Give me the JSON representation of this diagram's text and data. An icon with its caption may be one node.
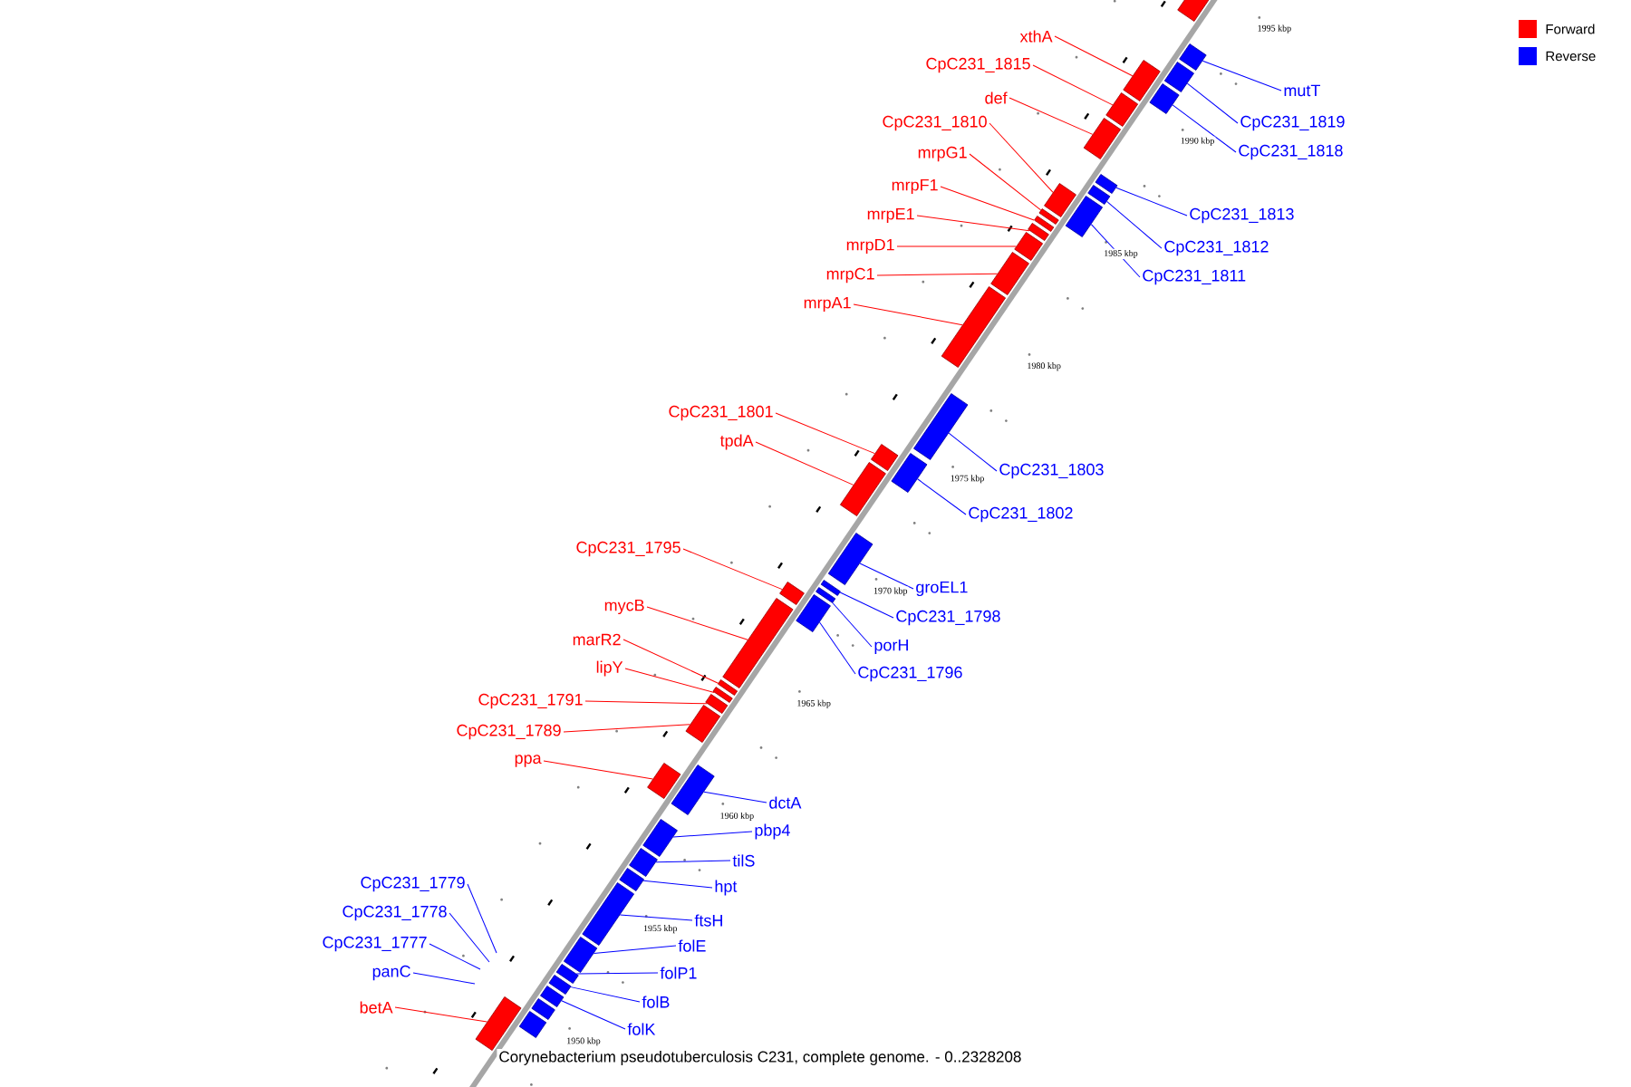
{
  "diagram": {
    "caption": "Corynebacterium pseudotuberculosis C231, complete genome. - 0..2328208",
    "nodes": [
      {
        "text": [],
        "shape": "box"
      },
      {
        "text": [
          "xthA"
        ]
      },
      {
        "text": [],
        "shape": "box"
      },
      {
        "text": [
          "CpC231_1815"
        ]
      },
      {
        "text": [],
        "shape": "box"
      },
      {
        "text": [
          "def"
        ]
      },
      {
        "text": [],
        "shape": "box"
      },
      {
        "text": [
          "mutT"
        ]
      },
      {
        "text": [],
        "shape": "box"
      },
      {
        "text": [
          "CpC231_1819"
        ]
      },
      {
        "text": [],
        "shape": "box"
      },
      {
        "text": [
          "CpC231_1810"
        ]
      },
      {
        "text": [],
        "shape": "box"
      },
      {
        "text": [
          "CpC231_1818"
        ]
      },
      {
        "text": [],
        "shape": "box"
      },
      {
        "text": [
          "mrpG1"
        ]
      },
      {
        "text": [],
        "shape": "box"
      },
      {
        "text": [
          "mrpF1"
        ]
      },
      {
        "text": [],
        "shape": "box"
      },
      {
        "text": [
          "CpC231_1813"
        ]
      },
      {
        "text": [],
        "shape": "box"
      },
      {
        "text": [
          "mrpE1"
        ]
      },
      {
        "text": [],
        "shape": "box"
      },
      {
        "text": [
          "mrpD1"
        ]
      },
      {
        "text": [],
        "shape": "box"
      },
      {
        "text": [
          "CpC231_1812"
        ]
      },
      {
        "text": [],
        "shape": "box"
      },
      {
        "text": [
          "mrpC1"
        ]
      },
      {
        "text": [],
        "shape": "box"
      },
      {
        "text": [
          "CpC231_1811"
        ]
      },
      {
        "text": [],
        "shape": "box"
      },
      {
        "text": [
          "mrpA1"
        ]
      },
      {
        "text": [],
        "shape": "box"
      },
      {
        "text": [
          "CpC231_1801"
        ]
      },
      {
        "text": [],
        "shape": "box"
      },
      {
        "text": [
          "tpdA"
        ]
      },
      {
        "text": [],
        "shape": "box"
      },
      {
        "text": [
          "CpC231_1803"
        ]
      },
      {
        "text": [],
        "shape": "box"
      },
      {
        "text": [
          "CpC231_1802"
        ]
      },
      {
        "text": [],
        "shape": "box"
      },
      {
        "text": [
          "CpC231_1795"
        ]
      },
      {
        "text": [],
        "shape": "box"
      },
      {
        "text": [
          "groEL1"
        ]
      },
      {
        "text": [],
        "shape": "box"
      },
      {
        "text": [
          "mycB"
        ]
      },
      {
        "text": [],
        "shape": "box"
      },
      {
        "text": [
          "CpC231_1798"
        ]
      },
      {
        "text": [],
        "shape": "box"
      },
      {
        "text": [
          "marR2"
        ]
      },
      {
        "text": [],
        "shape": "box"
      },
      {
        "text": [
          "porH"
        ]
      },
      {
        "text": [],
        "shape": "box"
      },
      {
        "text": [
          "lipY"
        ]
      },
      {
        "text": [],
        "shape": "box"
      },
      {
        "text": [
          "CpC231_1796"
        ]
      },
      {
        "text": [],
        "shape": "box"
      },
      {
        "text": [
          "CpC231_1791"
        ]
      },
      {
        "text": [],
        "shape": "box"
      },
      {
        "text": [
          "CpC231_1789"
        ]
      },
      {
        "text": [],
        "shape": "box"
      },
      {
        "text": [
          "ppa"
        ]
      },
      {
        "text": [],
        "shape": "box"
      },
      {
        "text": [
          "dctA"
        ]
      },
      {
        "text": [],
        "shape": "box"
      },
      {
        "text": [
          "pbp4"
        ]
      },
      {
        "text": [],
        "shape": "box"
      },
      {
        "text": [
          "tilS"
        ]
      },
      {
        "text": [],
        "shape": "box"
      },
      {
        "text": [
          "hpt"
        ]
      },
      {
        "text": [],
        "shape": "box"
      },
      {
        "text": [
          "ftsH"
        ]
      },
      {
        "text": [],
        "shape": "box"
      },
      {
        "text": [
          "folE"
        ]
      },
      {
        "text": [],
        "shape": "box"
      },
      {
        "text": [
          "folP1"
        ]
      },
      {
        "text": [],
        "shape": "box"
      },
      {
        "text": [
          "folB"
        ]
      },
      {
        "text": [],
        "shape": "box"
      },
      {
        "text": [
          "folK"
        ]
      },
      {
        "text": [],
        "shape": "box"
      },
      {
        "text": [
          "betA"
        ]
      },
      {
        "text": [],
        "shape": "box"
      },
      {
        "text": [
          "CpC231_1779"
        ]
      },
      {
        "text": [
          "CpC231_1778"
        ]
      },
      {
        "text": [
          "CpC231_1777"
        ]
      },
      {
        "text": [
          "panC"
        ]
      },
      {
        "text": [],
        "shape": "box"
      },
      {
        "text": [],
        "shape": "box"
      }
    ],
    "edges": [
      {
        "from": 1,
        "to": 2,
        "arrow": "none",
        "color": "#ff0000"
      },
      {
        "from": 3,
        "to": 4,
        "arrow": "none",
        "color": "#ff0000"
      },
      {
        "from": 5,
        "to": 6,
        "arrow": "none",
        "color": "#ff0000"
      },
      {
        "from": 7,
        "to": 8,
        "arrow": "none",
        "color": "#0000ff"
      },
      {
        "from": 9,
        "to": 10,
        "arrow": "none",
        "color": "#0000ff"
      },
      {
        "from": 11,
        "to": 12,
        "arrow": "none",
        "color": "#ff0000"
      },
      {
        "from": 13,
        "to": 14,
        "arrow": "none",
        "color": "#0000ff"
      },
      {
        "from": 15,
        "to": 16,
        "arrow": "none",
        "color": "#ff0000"
      },
      {
        "from": 17,
        "to": 18,
        "arrow": "none",
        "color": "#ff0000"
      },
      {
        "from": 19,
        "to": 20,
        "arrow": "none",
        "color": "#0000ff"
      },
      {
        "from": 21,
        "to": 22,
        "arrow": "none",
        "color": "#ff0000"
      },
      {
        "from": 23,
        "to": 24,
        "arrow": "none",
        "color": "#ff0000"
      },
      {
        "from": 25,
        "to": 26,
        "arrow": "none",
        "color": "#0000ff"
      },
      {
        "from": 27,
        "to": 28,
        "arrow": "none",
        "color": "#ff0000"
      },
      {
        "from": 29,
        "to": 30,
        "arrow": "none",
        "color": "#0000ff"
      },
      {
        "from": 31,
        "to": 32,
        "arrow": "none",
        "color": "#ff0000"
      },
      {
        "from": 33,
        "to": 34,
        "arrow": "none",
        "color": "#ff0000"
      },
      {
        "from": 35,
        "to": 36,
        "arrow": "none",
        "color": "#ff0000"
      },
      {
        "from": 37,
        "to": 38,
        "arrow": "none",
        "color": "#0000ff"
      },
      {
        "from": 39,
        "to": 40,
        "arrow": "none",
        "color": "#0000ff"
      },
      {
        "from": 41,
        "to": 42,
        "arrow": "none",
        "color": "#ff0000"
      },
      {
        "from": 43,
        "to": 44,
        "arrow": "none",
        "color": "#0000ff"
      },
      {
        "from": 45,
        "to": 46,
        "arrow": "none",
        "color": "#ff0000"
      },
      {
        "from": 47,
        "to": 48,
        "arrow": "none",
        "color": "#0000ff"
      },
      {
        "from": 49,
        "to": 50,
        "arrow": "none",
        "color": "#ff0000"
      },
      {
        "from": 51,
        "to": 52,
        "arrow": "none",
        "color": "#0000ff"
      },
      {
        "from": 53,
        "to": 54,
        "arrow": "none",
        "color": "#ff0000"
      },
      {
        "from": 55,
        "to": 56,
        "arrow": "none",
        "color": "#0000ff"
      },
      {
        "from": 57,
        "to": 58,
        "arrow": "none",
        "color": "#ff0000"
      },
      {
        "from": 59,
        "to": 60,
        "arrow": "none",
        "color": "#ff0000"
      },
      {
        "from": 61,
        "to": 62,
        "arrow": "none",
        "color": "#ff0000"
      },
      {
        "from": 63,
        "to": 64,
        "arrow": "none",
        "color": "#0000ff"
      },
      {
        "from": 65,
        "to": 66,
        "arrow": "none",
        "color": "#0000ff"
      },
      {
        "from": 67,
        "to": 68,
        "arrow": "none",
        "color": "#0000ff"
      },
      {
        "from": 69,
        "to": 70,
        "arrow": "none",
        "color": "#0000ff"
      },
      {
        "from": 71,
        "to": 72,
        "arrow": "none",
        "color": "#0000ff"
      },
      {
        "from": 73,
        "to": 74,
        "arrow": "none",
        "color": "#0000ff"
      },
      {
        "from": 75,
        "to": 76,
        "arrow": "none",
        "color": "#0000ff"
      },
      {
        "from": 77,
        "to": 78,
        "arrow": "none",
        "color": "#0000ff"
      },
      {
        "from": 79,
        "to": 80,
        "arrow": "none",
        "color": "#0000ff"
      },
      {
        "from": 81,
        "to": 82,
        "arrow": "none",
        "color": "#ff0000"
      },
      {
        "from": 83,
        "to": null,
        "arrow": "none",
        "color": "#0000ff"
      },
      {
        "from": 84,
        "to": null,
        "arrow": "none",
        "color": "#0000ff"
      },
      {
        "from": 85,
        "to": null,
        "arrow": "none",
        "color": "#0000ff"
      },
      {
        "from": 86,
        "to": null,
        "arrow": "none",
        "color": "#0000ff"
      }
    ],
    "labels": [
      "1995 kbp",
      "1990 kbp",
      "1985 kbp",
      "1980 kbp",
      "1975 kbp",
      "1970 kbp",
      "1965 kbp",
      "1960 kbp",
      "1955 kbp",
      "1950 kbp"
    ],
    "legend": [
      {
        "text": "Forward",
        "color": "#ff0000"
      },
      {
        "text": "Reverse",
        "color": "#0000ff"
      }
    ]
  }
}
